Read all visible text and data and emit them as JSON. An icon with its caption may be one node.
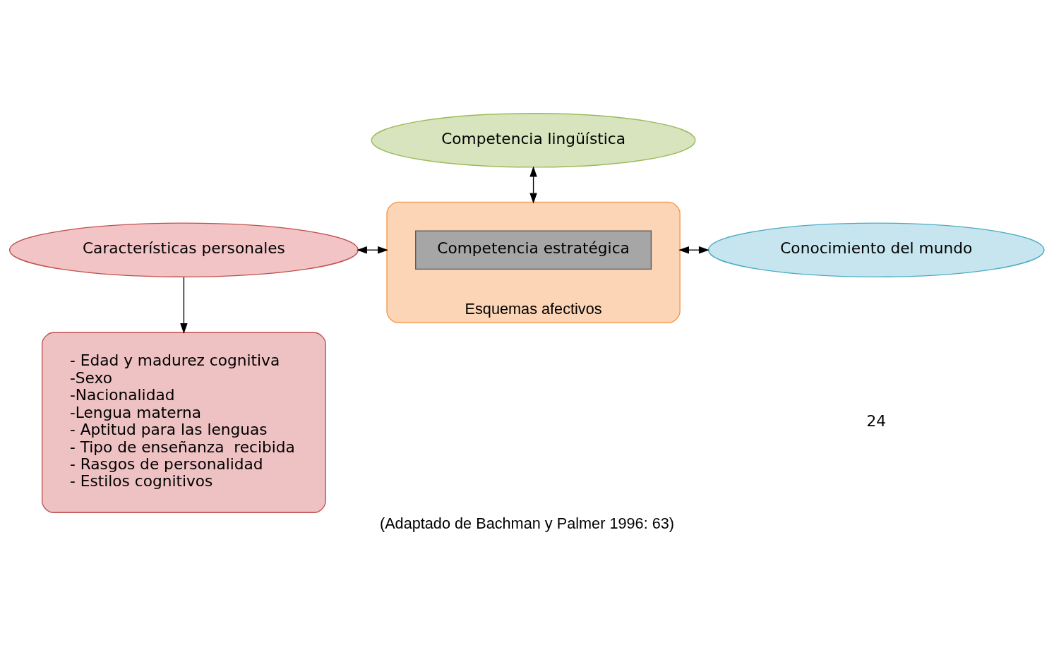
{
  "diagram": {
    "caption": "(Adaptado de Bachman y Palmer 1996: 63)",
    "nodes": [
      {
        "text": [
          "Competencia lingüística"
        ]
      },
      {
        "text": [
          "Características personales"
        ]
      },
      {
        "text": [
          "Esquemas afectivos"
        ]
      },
      {
        "text": [
          "Competencia estratégica"
        ],
        "in": 2
      },
      {
        "text": [
          "Conocimiento del mundo"
        ]
      },
      {
        "text": [
          "- Edad y madurez cognitiva",
          "-Sexo",
          "-Nacionalidad",
          "-Lengua materna",
          "- Aptitud para las lenguas",
          "- Tipo de enseñanza  recibida",
          "- Rasgos de personalidad",
          "- Estilos cognitivos"
        ]
      }
    ],
    "edges": [
      {
        "from": 0,
        "to": 2,
        "arrow": "both"
      },
      {
        "from": 1,
        "to": 2,
        "arrow": "both"
      },
      {
        "from": 2,
        "to": 4,
        "arrow": "both"
      },
      {
        "from": 1,
        "to": 5,
        "arrow": "to"
      }
    ],
    "labels": [
      "24"
    ]
  }
}
